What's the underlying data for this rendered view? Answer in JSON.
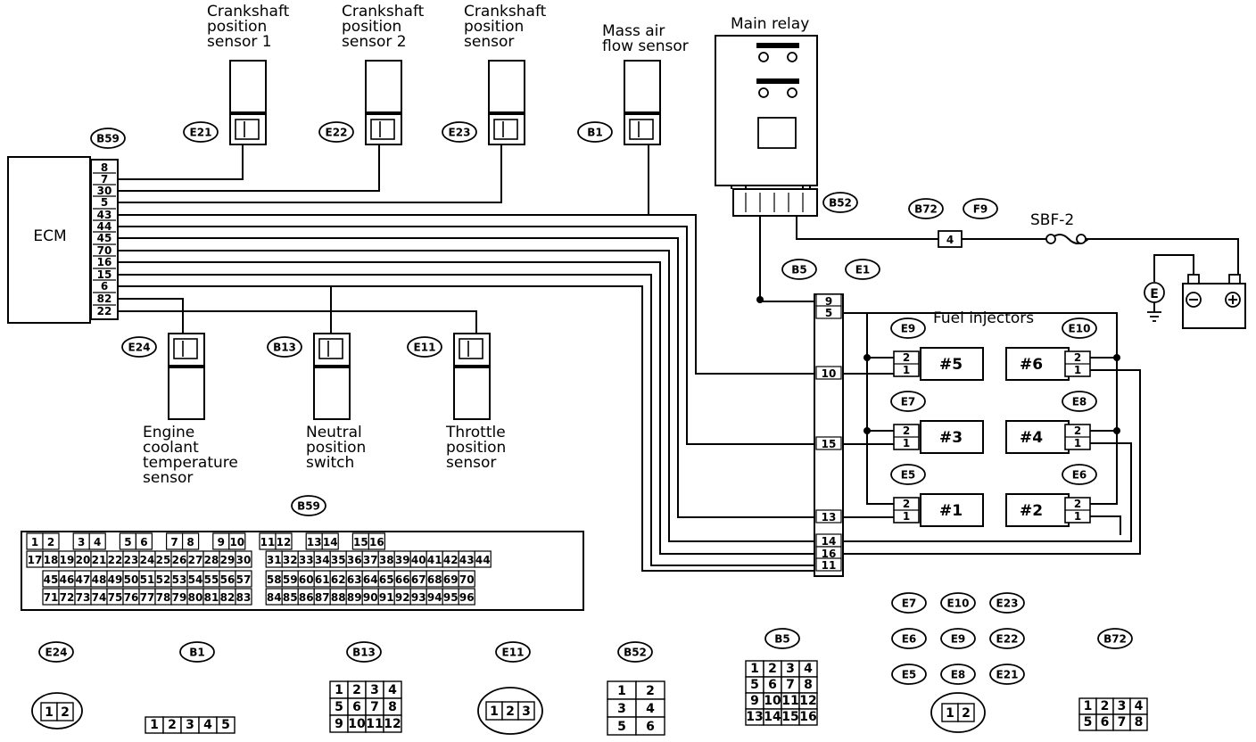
{
  "components": {
    "ecm": "ECM",
    "cks1": [
      "Crankshaft",
      "position",
      "sensor 1"
    ],
    "cks2": [
      "Crankshaft",
      "position",
      "sensor 2"
    ],
    "cmp": [
      "Crankshaft",
      "position",
      "sensor"
    ],
    "maf": [
      "Mass air",
      "flow sensor"
    ],
    "relay": "Main relay",
    "fuse": "SBF-2",
    "injectors": "Fuel injectors",
    "ect": [
      "Engine",
      "coolant",
      "temperature",
      "sensor"
    ],
    "nps": [
      "Neutral",
      "position",
      "switch"
    ],
    "tps": [
      "Throttle",
      "position",
      "sensor"
    ],
    "ground": "E"
  },
  "tags": {
    "b59": "B59",
    "e21": "E21",
    "e22": "E22",
    "e23": "E23",
    "b1": "B1",
    "b52": "B52",
    "b72": "B72",
    "f9": "F9",
    "b5": "B5",
    "e1": "E1",
    "e24": "E24",
    "b13": "B13",
    "e11": "E11",
    "e9": "E9",
    "e10": "E10",
    "e7": "E7",
    "e8": "E8",
    "e5": "E5",
    "e6": "E6"
  },
  "ecm_pins": [
    "8",
    "7",
    "30",
    "5",
    "43",
    "44",
    "45",
    "70",
    "16",
    "15",
    "6",
    "82",
    "22"
  ],
  "e1_pins": [
    "9",
    "5",
    "10",
    "15",
    "13",
    "14",
    "16",
    "11"
  ],
  "injector_nums": [
    "#5",
    "#6",
    "#3",
    "#4",
    "#1",
    "#2"
  ],
  "inj_pins": [
    "2",
    "1"
  ],
  "b72_pin": "4",
  "b59_connector": {
    "row1": [
      "1",
      "2",
      "3",
      "4",
      "5",
      "6",
      "7",
      "8",
      "9",
      "10",
      "11",
      "12",
      "13",
      "14",
      "15",
      "16"
    ],
    "row2": [
      "17",
      "18",
      "19",
      "20",
      "21",
      "22",
      "23",
      "24",
      "25",
      "26",
      "27",
      "28",
      "29",
      "30",
      "31",
      "32",
      "33",
      "34",
      "35",
      "36",
      "37",
      "38",
      "39",
      "40",
      "41",
      "42",
      "43",
      "44"
    ],
    "row3": [
      "45",
      "46",
      "47",
      "48",
      "49",
      "50",
      "51",
      "52",
      "53",
      "54",
      "55",
      "56",
      "57",
      "58",
      "59",
      "60",
      "61",
      "62",
      "63",
      "64",
      "65",
      "66",
      "67",
      "68",
      "69",
      "70"
    ],
    "row4": [
      "71",
      "72",
      "73",
      "74",
      "75",
      "76",
      "77",
      "78",
      "79",
      "80",
      "81",
      "82",
      "83",
      "84",
      "85",
      "86",
      "87",
      "88",
      "89",
      "90",
      "91",
      "92",
      "93",
      "94",
      "95",
      "96"
    ]
  },
  "legend": {
    "tags_e24": "E24",
    "tags_b1": "B1",
    "tags_b13": "B13",
    "tags_e11": "E11",
    "tags_b52": "B52",
    "tags_b5": "B5",
    "tags_b72": "B72",
    "group": [
      "E7",
      "E10",
      "E23",
      "E6",
      "E9",
      "E22",
      "E5",
      "E8",
      "E21"
    ],
    "e24": [
      "1",
      "2"
    ],
    "b1": [
      "1",
      "2",
      "3",
      "4",
      "5"
    ],
    "b13": [
      "1",
      "2",
      "3",
      "4",
      "5",
      "6",
      "7",
      "8",
      "9",
      "10",
      "11",
      "12"
    ],
    "e11": [
      "1",
      "2",
      "3"
    ],
    "b52": [
      "1",
      "2",
      "3",
      "4",
      "5",
      "6"
    ],
    "b5": [
      "1",
      "2",
      "3",
      "4",
      "5",
      "6",
      "7",
      "8",
      "9",
      "10",
      "11",
      "12",
      "13",
      "14",
      "15",
      "16"
    ],
    "small": [
      "1",
      "2"
    ],
    "b72": [
      "1",
      "2",
      "3",
      "4",
      "5",
      "6",
      "7",
      "8"
    ]
  }
}
